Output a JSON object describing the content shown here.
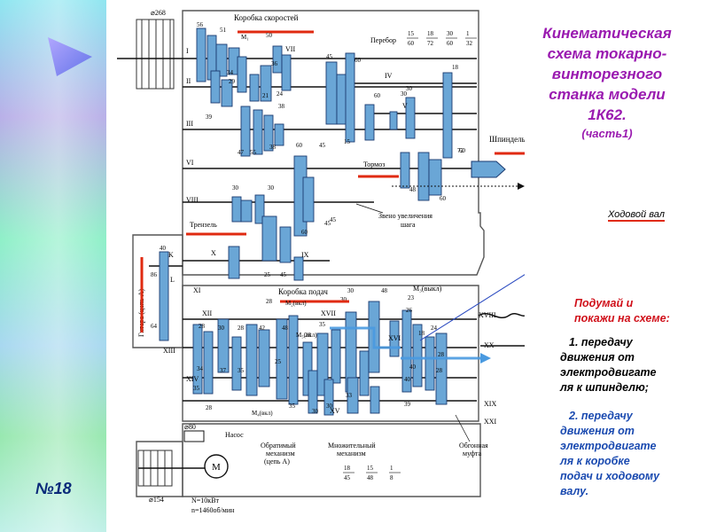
{
  "slide": {
    "title_lines": [
      "Кинематическая",
      "схема токарно-",
      "винторезного",
      "станка модели",
      "1К62."
    ],
    "subtitle": "(часть1)",
    "number": "№18",
    "lead_screw_label": "Ходовой вал",
    "hint_title_lines": [
      "Подумай и",
      "покажи на схеме:"
    ],
    "task_1_lines": [
      "1. передачу",
      "движения от",
      "электродвигате",
      "ля к шпинделю;"
    ],
    "task_2_lines": [
      "2. передачу",
      "движения от",
      "электродвигате",
      "ля к коробке",
      "подач и ходовому",
      "валу."
    ]
  },
  "colors": {
    "gear_fill": "#6aa6d6",
    "gear_stroke": "#1a3a70",
    "shaft": "#111111",
    "highlight": "#e02a10",
    "flow_arrow": "#4a9ae0",
    "title": "#9a1ab0",
    "hint": "#d0101a",
    "task2": "#1a4ab0",
    "callout_line": "#2a4ac0"
  },
  "diagram": {
    "section_speed_box": "Коробка скоростей",
    "section_feed_box": "Коробка подач",
    "spindle": "Шпиндель",
    "brake": "Тормоз",
    "step_up_link_lines": [
      "Звено увеличения",
      "шага"
    ],
    "reversing_gear": "Трензель",
    "guitar": "Гитара (цепь А)",
    "pump": "Насос",
    "reversing_mech_lines": [
      "Обратимый",
      "механизм",
      "(цепь А)"
    ],
    "multiplier_mech_lines": [
      "Множительный",
      "механизм"
    ],
    "overrunning_clutch_lines": [
      "Обгонная",
      "муфта"
    ],
    "motor": "M",
    "power": "N=10кВт",
    "rpm": "n=1460об/мин",
    "pulley_top": "⌀268",
    "pulley_bottom": "⌀154",
    "pump_pulley": "⌀80",
    "perebor_label": "Перебор",
    "perebor_ratios": [
      [
        "15",
        "60"
      ],
      [
        "18",
        "72"
      ],
      [
        "30",
        "60"
      ],
      [
        "1",
        "32"
      ]
    ],
    "mult_ratios": [
      [
        "18",
        "45"
      ],
      [
        "15",
        "48"
      ],
      [
        "1",
        "8"
      ]
    ],
    "clutch_m1": "M₁",
    "clutch_m2": "M₂(вкл)",
    "clutch_m3": "M₃(выкл)",
    "clutch_m4": "M₄(вкл)",
    "clutch_m5": "M₅(вкл)",
    "shafts_speed": [
      "I",
      "II",
      "III",
      "IV",
      "V",
      "VI",
      "VII",
      "VIII",
      "IX",
      "X"
    ],
    "shafts_feed": [
      "XI",
      "XII",
      "XIII",
      "XIV",
      "XV",
      "XVI",
      "XVII",
      "XVIII",
      "XIX",
      "XX",
      "XXI",
      "K",
      "L"
    ],
    "teeth": {
      "speed": [
        "56",
        "51",
        "50",
        "34",
        "39",
        "36",
        "29",
        "21",
        "47",
        "55",
        "38",
        "24",
        "38",
        "45",
        "60",
        "45",
        "15",
        "60",
        "30",
        "30",
        "18",
        "60",
        "72",
        "48",
        "60",
        "60",
        "45",
        "30",
        "30",
        "60",
        "45",
        "25",
        "45",
        "40",
        "86",
        "64"
      ],
      "feed": [
        "28",
        "28",
        "30",
        "28",
        "42",
        "48",
        "35",
        "28",
        "30",
        "30",
        "25",
        "35",
        "28",
        "35",
        "30",
        "30",
        "40",
        "26",
        "18",
        "34",
        "37",
        "35",
        "33",
        "40",
        "39",
        "48",
        "28",
        "28",
        "23",
        "24"
      ]
    }
  }
}
